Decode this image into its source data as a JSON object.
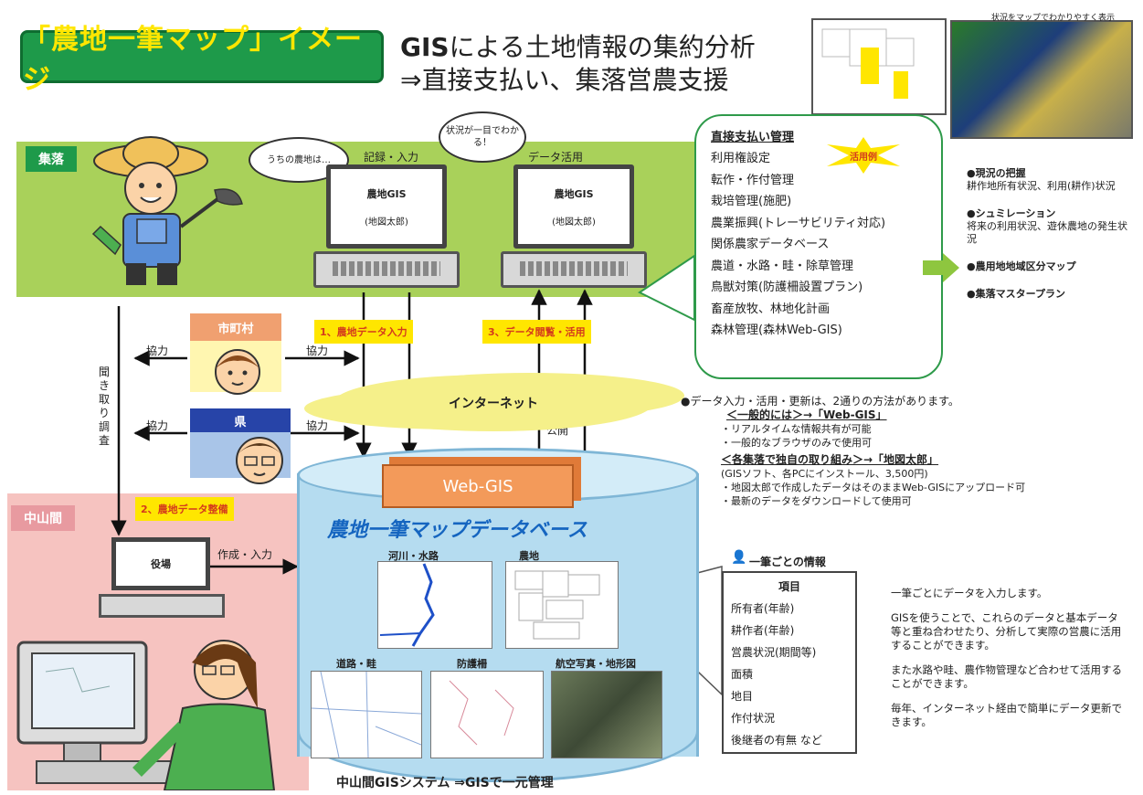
{
  "header": {
    "title": "「農地一筆マップ」イメージ",
    "line1_gis": "GIS",
    "line1_rest": "による土地情報の集約分析",
    "line2": "⇒直接支払い、集落営農支援"
  },
  "bands": {
    "shuraku": "集落",
    "chusan": "中山間"
  },
  "laptops": {
    "left_label": "記録・入力",
    "left_bubble": "うちの農地は…",
    "right_label": "データ活用",
    "right_bubble": "状況が一目でわかる！",
    "system": "農地GIS",
    "map_caption": "(地図太郎)"
  },
  "tags": {
    "data_input": "1、農地データ入力",
    "data_use": "3、データ閲覧・活用",
    "pref_support": "2、農地データ整備"
  },
  "orgs": {
    "municipality": "市町村",
    "prefecture": "県",
    "cooperation": "協力",
    "field_survey": "聞き取り調査",
    "create_input": "作成・入力",
    "publish": "公開",
    "local_office": "役場"
  },
  "internet": "インターネット",
  "database": {
    "webgis": "Web-GIS",
    "title": "農地一筆マップデータベース",
    "maps": [
      "河川・水路",
      "農地",
      "道路・畦",
      "防護柵",
      "航空写真・地形図"
    ]
  },
  "management": {
    "heading": "直接支払い管理",
    "badge": "活用例",
    "items": [
      "利用権設定",
      "転作・作付管理",
      "栽培管理(施肥)",
      "農業振興(トレーサビリティ対応)",
      "関係農家データベース",
      "農道・水路・畦・除草管理",
      "鳥獣対策(防護柵設置プラン)",
      "畜産放牧、林地化計画",
      "森林管理(森林Web-GIS)"
    ]
  },
  "top_right_caption": "状況をマップでわかりやすく表示",
  "far_right": [
    {
      "head": "●現況の把握",
      "body": "耕作地所有状況、利用(耕作)状況"
    },
    {
      "head": "●シュミレーション",
      "body": "将来の利用状況、遊休農地の発生状況"
    },
    {
      "head": "●農用地地域区分マップ",
      "body": ""
    },
    {
      "head": "●集落マスタープラン",
      "body": ""
    }
  ],
  "input_notes": {
    "lead": "●データ入力・活用・更新は、2通りの方法があります。",
    "opt1_title": "＜一般的には＞→「Web-GIS」",
    "opt1_lines": [
      "・リアルタイムな情報共有が可能",
      "・一般的なブラウザのみで使用可"
    ],
    "opt2_title": "＜各集落で独自の取り組み＞→「地図太郎」",
    "opt2_lines": [
      "(GISソフト、各PCにインストール、3,500円)",
      "・地図太郎で作成したデータはそのままWeb-GISにアップロード可",
      "・最新のデータをダウンロードして使用可"
    ]
  },
  "parcel": {
    "label": "一筆ごとの情報",
    "header": "項目",
    "items": [
      "所有者(年齢)",
      "耕作者(年齢)",
      "営農状況(期間等)",
      "面積",
      "地目",
      "作付状況",
      "後継者の有無 など"
    ]
  },
  "right_text": [
    "一筆ごとにデータを入力します。",
    "GISを使うことで、これらのデータと基本データ等と重ね合わせたり、分析して実際の営農に活用することができます。",
    "また水路や畦、農作物管理など合わせて活用することができます。",
    "毎年、インターネット経由で簡単にデータ更新できます。"
  ],
  "footer": "中山間GISシステム ⇒GISで一元管理"
}
